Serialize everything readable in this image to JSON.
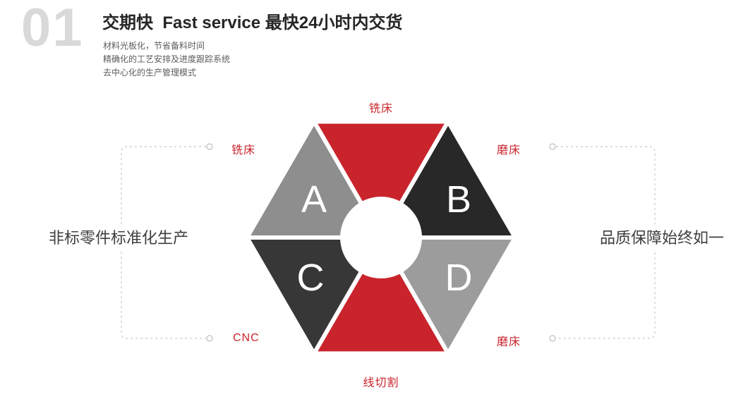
{
  "header": {
    "index": "01",
    "title": "交期快  Fast service 最快24小时内交货",
    "bullets": [
      "材料光板化，节省备料时间",
      "精确化的工艺安排及进度跟踪系统",
      "去中心化的生产管理模式"
    ]
  },
  "diagram": {
    "segments": [
      {
        "position": "top",
        "label": "铣床",
        "letter": "",
        "color": "#c9242c"
      },
      {
        "position": "upper-left",
        "label": "铣床",
        "letter": "A",
        "color": "#8e8e8e"
      },
      {
        "position": "upper-right",
        "label": "磨床",
        "letter": "B",
        "color": "#282828"
      },
      {
        "position": "lower-left",
        "label": "CNC",
        "letter": "C",
        "color": "#373737"
      },
      {
        "position": "lower-right",
        "label": "磨床",
        "letter": "D",
        "color": "#9c9c9c"
      },
      {
        "position": "bottom",
        "label": "线切割",
        "letter": "",
        "color": "#c9242c"
      }
    ],
    "left_caption": "非标零件标准化生产",
    "right_caption": "品质保障始终如一"
  },
  "colors": {
    "accent_red": "#c9242c",
    "index_gray": "#d9d9d9",
    "dark_triangle": "#282828",
    "gray_triangle": "#8e8e8e",
    "dashed_line": "#d2d2d2"
  }
}
